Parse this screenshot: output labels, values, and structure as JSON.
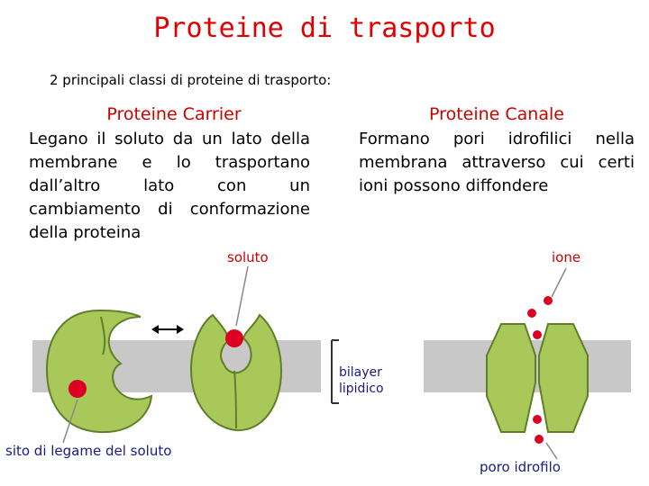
{
  "title": "Proteine di trasporto",
  "subtitle": "2 principali classi di proteine di trasporto:",
  "carrier": {
    "heading": "Proteine Carrier",
    "description": "Legano il soluto da un lato della membrane e lo trasportano dall’altro lato con un cambiamento di conformazione della proteina"
  },
  "canale": {
    "heading": "Proteine Canale",
    "description": "Formano pori idrofilici nella membrana attraverso cui certi ioni possono diffondere"
  },
  "labels": {
    "soluto": "soluto",
    "ione": "ione",
    "bilayer_line1": "bilayer",
    "bilayer_line2": "lipidico",
    "sito": "sito di legame del soluto",
    "poro": "poro idrofilo"
  },
  "colors": {
    "title": "#e00000",
    "protein": "#a8c95a",
    "membrane": "#c8c8c8",
    "solute": "#dd0022"
  }
}
